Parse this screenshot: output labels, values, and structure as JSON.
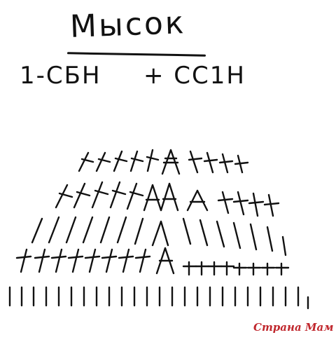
{
  "diagram": {
    "title": "Мысок",
    "legend": [
      {
        "text": "1-СБН"
      },
      {
        "text": "+ СС1Н"
      }
    ],
    "watermark": "Страна Мам"
  }
}
